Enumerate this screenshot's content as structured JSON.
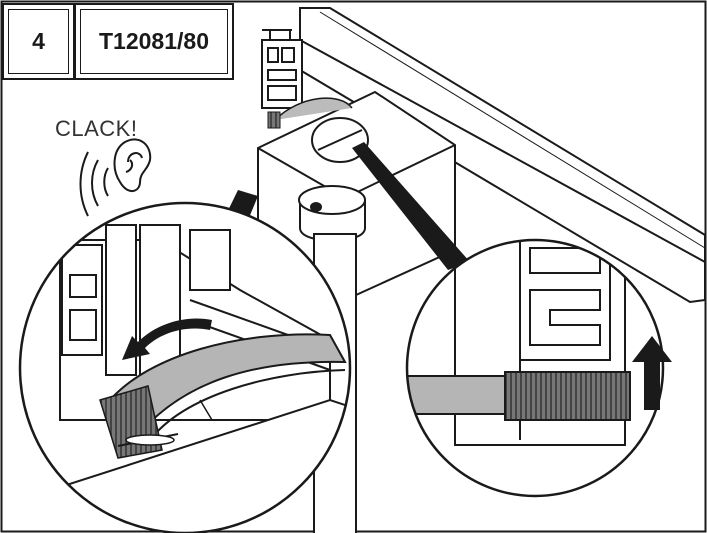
{
  "header": {
    "step_number": "4",
    "part_code": "T12081/80"
  },
  "annotation": {
    "sound_text": "CLACK!"
  },
  "icons": {
    "ear": "ear-icon",
    "sound_waves": "sound-waves-icon",
    "rotate_arrow": "curved-arrow-icon",
    "up_arrow": "arrow-up-icon"
  }
}
